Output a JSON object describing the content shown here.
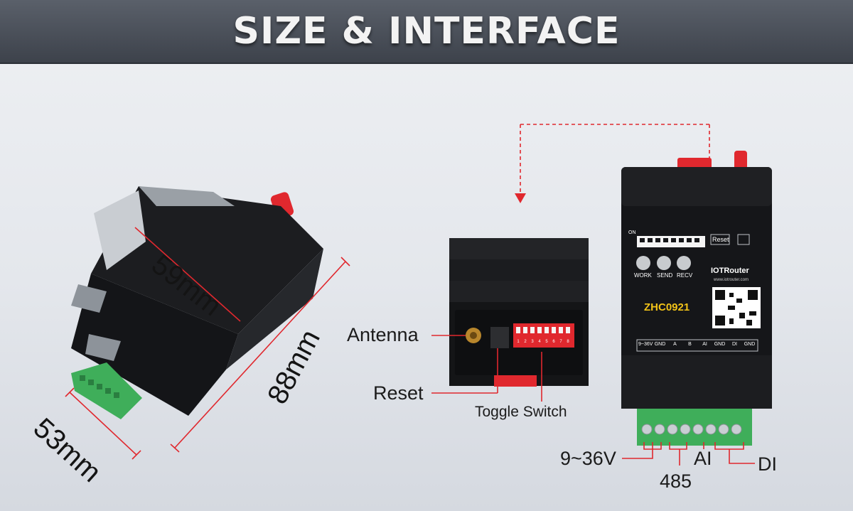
{
  "header": {
    "title": "SIZE & INTERFACE"
  },
  "dimensions": {
    "width": "59mm",
    "height": "88mm",
    "depth": "53mm"
  },
  "side_labels": {
    "antenna": "Antenna",
    "reset": "Reset",
    "toggle_switch": "Toggle Switch"
  },
  "front_panel": {
    "dip_prefix": "ON",
    "dip_numbers": [
      "1",
      "2",
      "3",
      "4",
      "5",
      "6",
      "7",
      "8"
    ],
    "reset_button": "Reset",
    "leds": [
      "WORK",
      "SEND",
      "RECV"
    ],
    "brand": "IOTRouter",
    "website": "www.iotrouter.com",
    "model": "ZHC0921",
    "terminals": [
      "9~36V",
      "GND",
      "A",
      "B",
      "AI",
      "GND",
      "DI",
      "GND"
    ]
  },
  "terminal_labels": {
    "power": "9~36V",
    "rs485": "485",
    "ai": "AI",
    "di": "DI"
  },
  "colors": {
    "accent_red": "#e0282e",
    "terminal_green": "#3fae5a",
    "model_yellow": "#f2c318",
    "banner": "#4a4f58"
  }
}
